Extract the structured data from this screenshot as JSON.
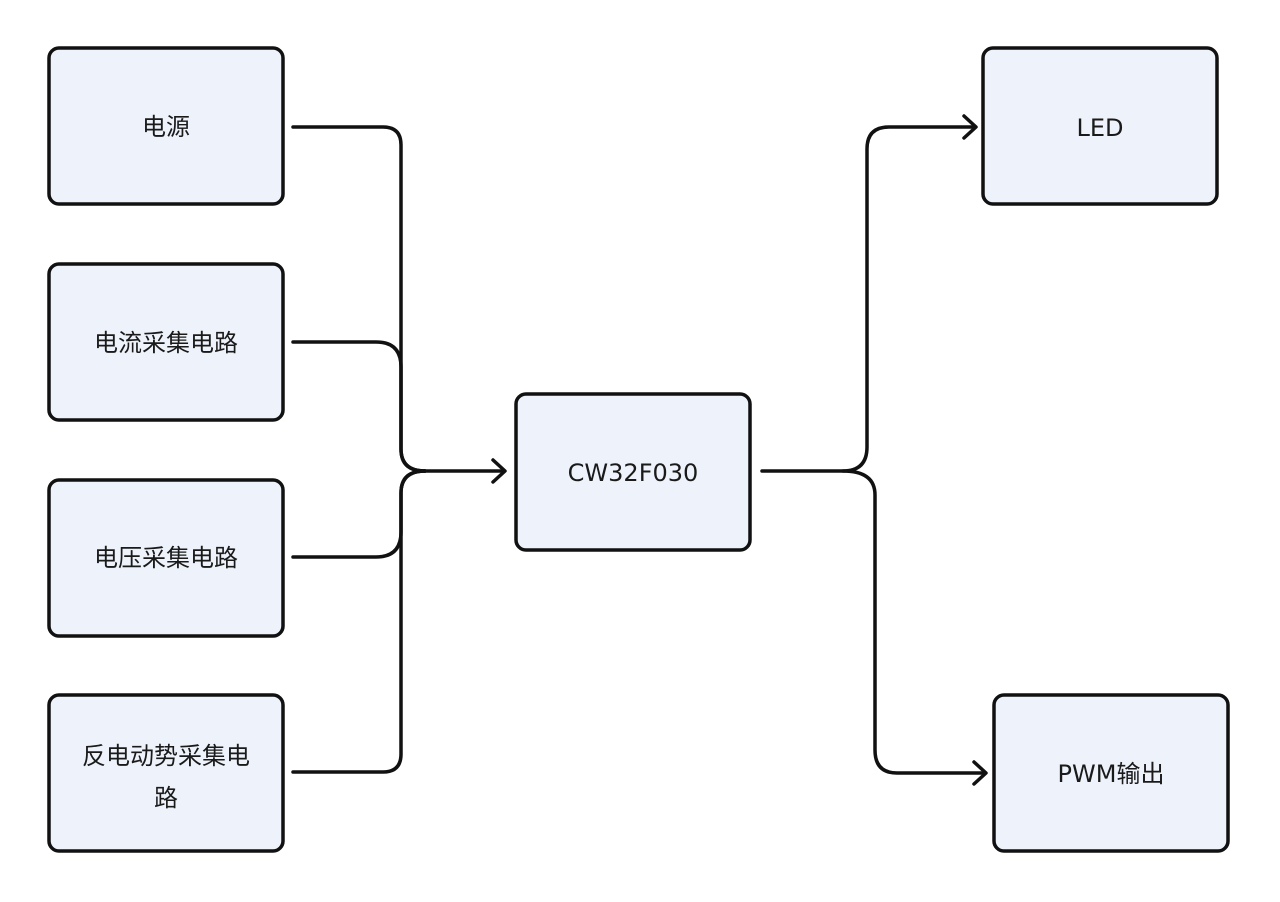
{
  "nodes": {
    "power": {
      "label": "电源"
    },
    "current_sense": {
      "label": "电流采集电路"
    },
    "voltage_sense": {
      "label": "电压采集电路"
    },
    "bemf_sense": {
      "label_line1": "反电动势采集电",
      "label_line2": "路"
    },
    "mcu": {
      "label": "CW32F030"
    },
    "led": {
      "label": "LED"
    },
    "pwm_out": {
      "label": "PWM输出"
    }
  },
  "edges": [
    {
      "from": "电源",
      "to": "CW32F030"
    },
    {
      "from": "电流采集电路",
      "to": "CW32F030"
    },
    {
      "from": "电压采集电路",
      "to": "CW32F030"
    },
    {
      "from": "反电动势采集电路",
      "to": "CW32F030"
    },
    {
      "from": "CW32F030",
      "to": "LED"
    },
    {
      "from": "CW32F030",
      "to": "PWM输出"
    }
  ]
}
